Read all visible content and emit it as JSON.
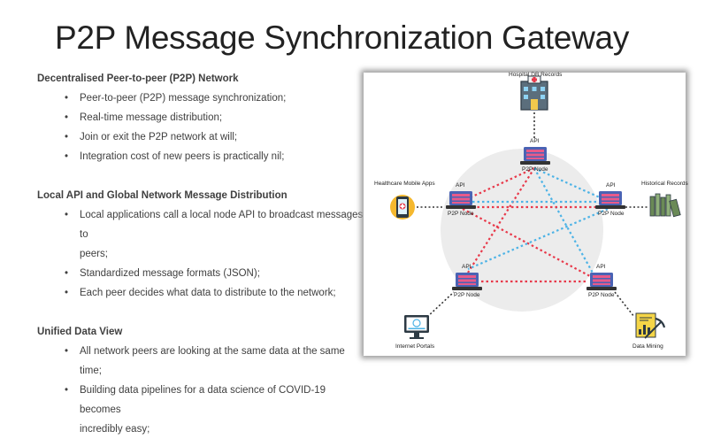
{
  "title": "P2P Message Synchronization Gateway",
  "sections": [
    {
      "heading": "Decentralised Peer-to-peer (P2P) Network",
      "bullets": [
        "Peer-to-peer (P2P) message synchronization;",
        "Real-time message distribution;",
        "Join or exit the P2P network at will;",
        "Integration cost of new peers is practically nil;"
      ]
    },
    {
      "heading": "Local API and Global Network Message Distribution",
      "bullets": [
        "Local applications call a local node API to broadcast messages to",
        "peers;",
        "Standardized message formats (JSON);",
        "Each peer decides what data to distribute to the network;"
      ]
    },
    {
      "heading": "Unified Data View",
      "bullets": [
        "All network peers are looking at the same data at the same time;",
        "Building data pipelines for a data science of COVID-19 becomes",
        "incredibly easy;"
      ]
    }
  ],
  "diagram": {
    "external": {
      "hospital": "Hospital DB Records",
      "mobile": "Healthcare Mobile Apps",
      "historical": "Historical Records",
      "portals": "Internet Portals",
      "mining": "Data Mining"
    },
    "api_label": "API",
    "node_label": "P2P Node",
    "colors": {
      "red": "#e8394a",
      "blue": "#4db3e6",
      "dark": "#333333",
      "circle": "#ececec",
      "node_blue": "#4a63b4",
      "node_pink": "#e85a8a"
    }
  }
}
